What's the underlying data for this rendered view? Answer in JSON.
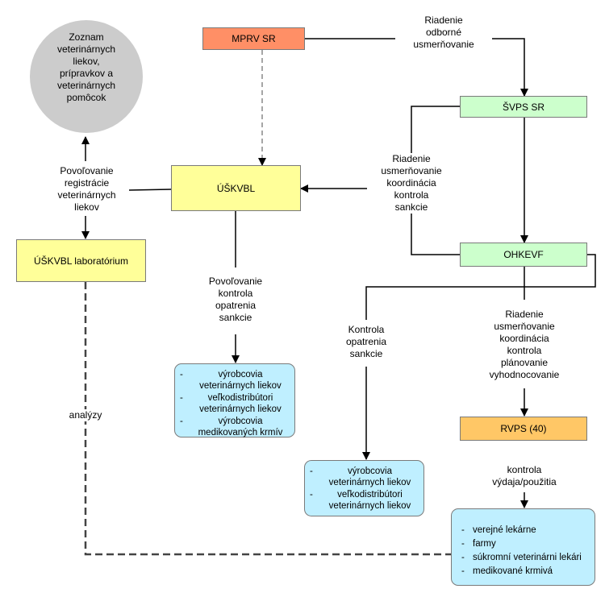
{
  "nodes": {
    "mprv": "MPRV SR",
    "svps": "ŠVPS SR",
    "uskvbl": "ÚŠKVBL",
    "ohkevf": "OHKEVF",
    "rvps": "RVPS (40)",
    "lab": "ÚŠKVBL laboratórium",
    "zoznam": [
      "Zoznam",
      "veterinárnych",
      "liekov,",
      "prípravkov a",
      "veterinárnych",
      "pomôcok"
    ]
  },
  "labels": {
    "riadenie_odborne": [
      "Riadenie",
      "odborné",
      "usmerňovanie"
    ],
    "riadenie_koord": [
      "Riadenie",
      "usmerňovanie",
      "koordinácia",
      "kontrola",
      "sankcie"
    ],
    "povolovanie_reg": [
      "Povoľovanie",
      "registrácie",
      "veterinárnych",
      "liekov"
    ],
    "povolovanie_kontrola": [
      "Povoľovanie",
      "kontrola",
      "opatrenia",
      "sankcie"
    ],
    "kontrola_opatrenia": [
      "Kontrola",
      "opatrenia",
      "sankcie"
    ],
    "riadenie_plan": [
      "Riadenie",
      "usmerňovanie",
      "koordinácia",
      "kontrola",
      "plánovanie",
      "vyhodnocovanie"
    ],
    "kontrola_vydaja": [
      "kontrola",
      "výdaja/použitia"
    ],
    "analyzy": "analýzy"
  },
  "lists": {
    "uskvbl_targets": [
      [
        "výrobcovia",
        "veterinárnych liekov"
      ],
      [
        "veľkodistribútori",
        "veterinárnych liekov"
      ],
      [
        "výrobcovia",
        "medikovaných  krmív"
      ]
    ],
    "ohkevf_targets": [
      [
        "výrobcovia",
        "veterinárnych liekov"
      ],
      [
        "veľkodistribútori",
        "veterinárnych liekov"
      ]
    ],
    "rvps_targets": [
      "verejné lekárne",
      "farmy",
      "súkromní  veterinárni lekári",
      "medikované krmivá"
    ]
  },
  "colors": {
    "mprv": "#ff8f66",
    "svps": "#ccffcc",
    "uskvbl": "#ffff99",
    "rvps": "#ffc766",
    "list": "#bfefff",
    "circle": "#cccccc"
  }
}
